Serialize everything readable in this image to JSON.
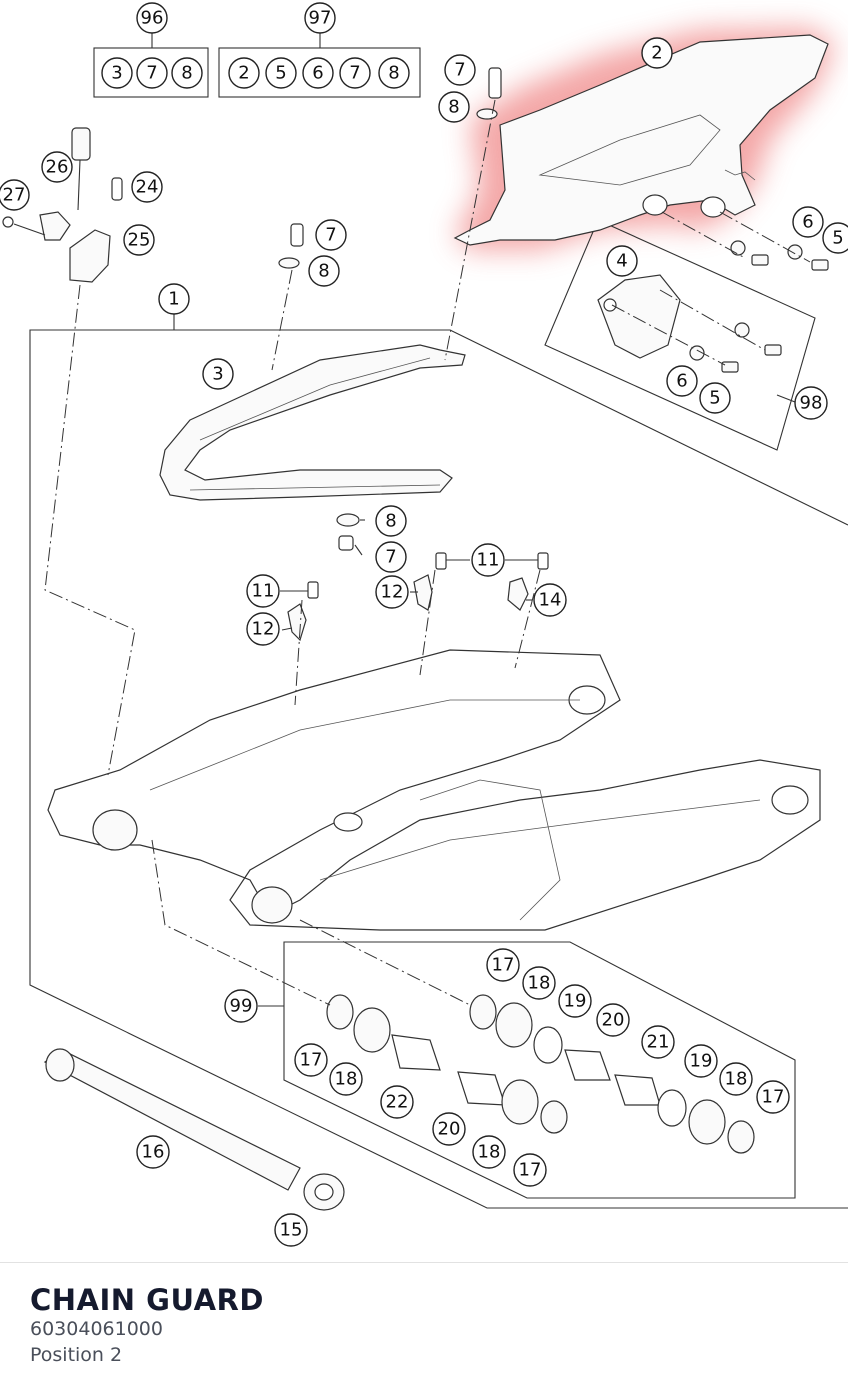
{
  "diagram": {
    "callouts": [
      {
        "id": "96",
        "label": "96"
      },
      {
        "id": "97",
        "label": "97"
      },
      {
        "id": "k96-3",
        "label": "3"
      },
      {
        "id": "k96-7",
        "label": "7"
      },
      {
        "id": "k96-8",
        "label": "8"
      },
      {
        "id": "k97-2",
        "label": "2"
      },
      {
        "id": "k97-5",
        "label": "5"
      },
      {
        "id": "k97-6",
        "label": "6"
      },
      {
        "id": "k97-7",
        "label": "7"
      },
      {
        "id": "k97-8",
        "label": "8"
      },
      {
        "id": "c7a",
        "label": "7"
      },
      {
        "id": "c8a",
        "label": "8"
      },
      {
        "id": "c2",
        "label": "2"
      },
      {
        "id": "c26",
        "label": "26"
      },
      {
        "id": "c24",
        "label": "24"
      },
      {
        "id": "c27",
        "label": "27"
      },
      {
        "id": "c25",
        "label": "25"
      },
      {
        "id": "c6a",
        "label": "6"
      },
      {
        "id": "c5a",
        "label": "5"
      },
      {
        "id": "c7b",
        "label": "7"
      },
      {
        "id": "c8b",
        "label": "8"
      },
      {
        "id": "c4",
        "label": "4"
      },
      {
        "id": "c1",
        "label": "1"
      },
      {
        "id": "c3",
        "label": "3"
      },
      {
        "id": "c6b",
        "label": "6"
      },
      {
        "id": "c5b",
        "label": "5"
      },
      {
        "id": "c98",
        "label": "98"
      },
      {
        "id": "c8c",
        "label": "8"
      },
      {
        "id": "c7c",
        "label": "7"
      },
      {
        "id": "c11a",
        "label": "11"
      },
      {
        "id": "c11b",
        "label": "11"
      },
      {
        "id": "c12a",
        "label": "12"
      },
      {
        "id": "c12b",
        "label": "12"
      },
      {
        "id": "c14",
        "label": "14"
      },
      {
        "id": "c17a",
        "label": "17"
      },
      {
        "id": "c18a",
        "label": "18"
      },
      {
        "id": "c19a",
        "label": "19"
      },
      {
        "id": "c20a",
        "label": "20"
      },
      {
        "id": "c99",
        "label": "99"
      },
      {
        "id": "c21",
        "label": "21"
      },
      {
        "id": "c17b",
        "label": "17"
      },
      {
        "id": "c18b",
        "label": "18"
      },
      {
        "id": "c19b",
        "label": "19"
      },
      {
        "id": "c18c",
        "label": "18"
      },
      {
        "id": "c17c",
        "label": "17"
      },
      {
        "id": "c22",
        "label": "22"
      },
      {
        "id": "c20b",
        "label": "20"
      },
      {
        "id": "c18d",
        "label": "18"
      },
      {
        "id": "c17d",
        "label": "17"
      },
      {
        "id": "c16",
        "label": "16"
      },
      {
        "id": "c15",
        "label": "15"
      }
    ],
    "highlight_color": "#f08080"
  },
  "part": {
    "title": "CHAIN GUARD",
    "number": "60304061000",
    "position": "Position 2"
  }
}
